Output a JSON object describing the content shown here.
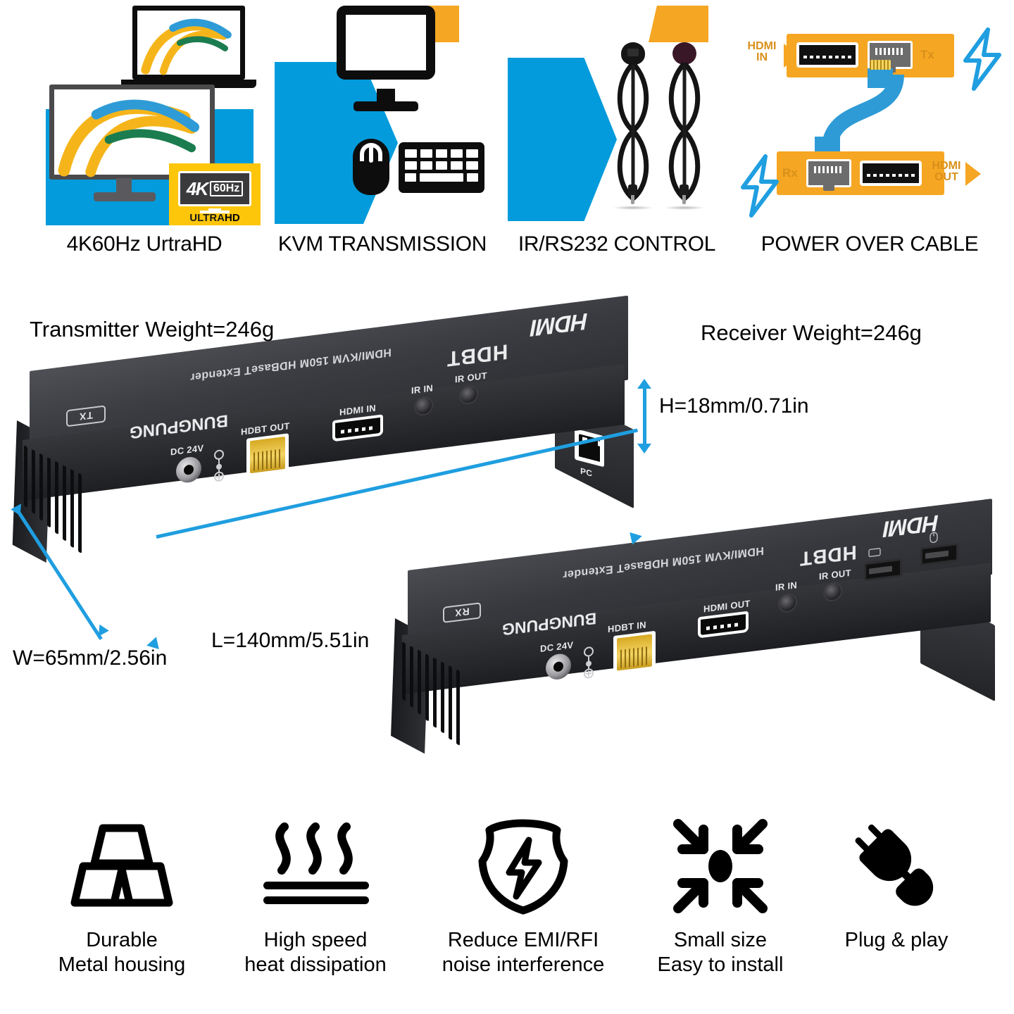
{
  "colors": {
    "blue": "#039BDB",
    "arrow_blue": "#1F9EE0",
    "orange": "#F5A623",
    "badge_yellow": "#FDC60B",
    "gold": "#D9901A",
    "black": "#000000"
  },
  "top_features": [
    {
      "caption": "4K60Hz UrtraHD",
      "icon": "monitor-laptop-icon",
      "badge": {
        "res": "4K",
        "rate": "60Hz",
        "label_a": "ULTRA",
        "label_b": "HD"
      }
    },
    {
      "caption": "KVM TRANSMISSION",
      "icon": "monitor-mouse-keyboard-icon"
    },
    {
      "caption": "IR/RS232 CONTROL",
      "icon": "ir-cables-icon"
    },
    {
      "caption": "POWER OVER CABLE",
      "icon": "power-over-cable-icon",
      "diagram": {
        "hdmi_in": "HDMI\nIN",
        "hdmi_in_l1": "HDMI",
        "hdmi_in_l2": "IN",
        "tx": "Tx",
        "rx": "Rx",
        "hdmi_out_l1": "HDMI",
        "hdmi_out_l2": "OUT"
      }
    }
  ],
  "products": {
    "transmitter": {
      "weight_label": "Transmitter Weight=246g",
      "tag": "TX",
      "top_text": "HDMI/KVM 150M HDBaseT Extender",
      "brand": "BUNGPUNG",
      "hdbt_logo": "HDBT",
      "hdmi_logo": "HDMI",
      "ports": [
        {
          "label": "DC 24V",
          "type": "barrel"
        },
        {
          "label": "HDBT OUT",
          "type": "rj45"
        },
        {
          "label": "HDMI IN",
          "type": "hdmi"
        },
        {
          "label": "IR IN",
          "type": "jack"
        },
        {
          "label": "IR OUT",
          "type": "jack"
        },
        {
          "label": "PC",
          "type": "usb-b"
        }
      ]
    },
    "receiver": {
      "weight_label": "Receiver Weight=246g",
      "tag": "RX",
      "top_text": "HDMI/KVM 150M HDBaseT Extender",
      "brand": "BUNGPUNG",
      "hdbt_logo": "HDBT",
      "hdmi_logo": "HDMI",
      "ports": [
        {
          "label": "DC 24V",
          "type": "barrel"
        },
        {
          "label": "HDBT IN",
          "type": "rj45"
        },
        {
          "label": "HDMI OUT",
          "type": "hdmi"
        },
        {
          "label": "IR IN",
          "type": "jack"
        },
        {
          "label": "IR OUT",
          "type": "jack"
        },
        {
          "label": "",
          "type": "usb-a"
        },
        {
          "label": "",
          "type": "usb-a"
        }
      ]
    }
  },
  "dimensions": {
    "height": "H=18mm/0.71in",
    "length": "L=140mm/5.51in",
    "width": "W=65mm/2.56in"
  },
  "bottom_features": [
    {
      "icon": "gold-bars-icon",
      "line1": "Durable",
      "line2": "Metal housing"
    },
    {
      "icon": "heat-waves-icon",
      "line1": "High speed",
      "line2": "heat dissipation"
    },
    {
      "icon": "shield-bolt-icon",
      "line1": "Reduce EMI/RFI",
      "line2": "noise interference"
    },
    {
      "icon": "compress-icon",
      "line1": "Small size",
      "line2": "Easy to install"
    },
    {
      "icon": "plug-play-icon",
      "line1": "Plug & play",
      "line2": ""
    }
  ]
}
